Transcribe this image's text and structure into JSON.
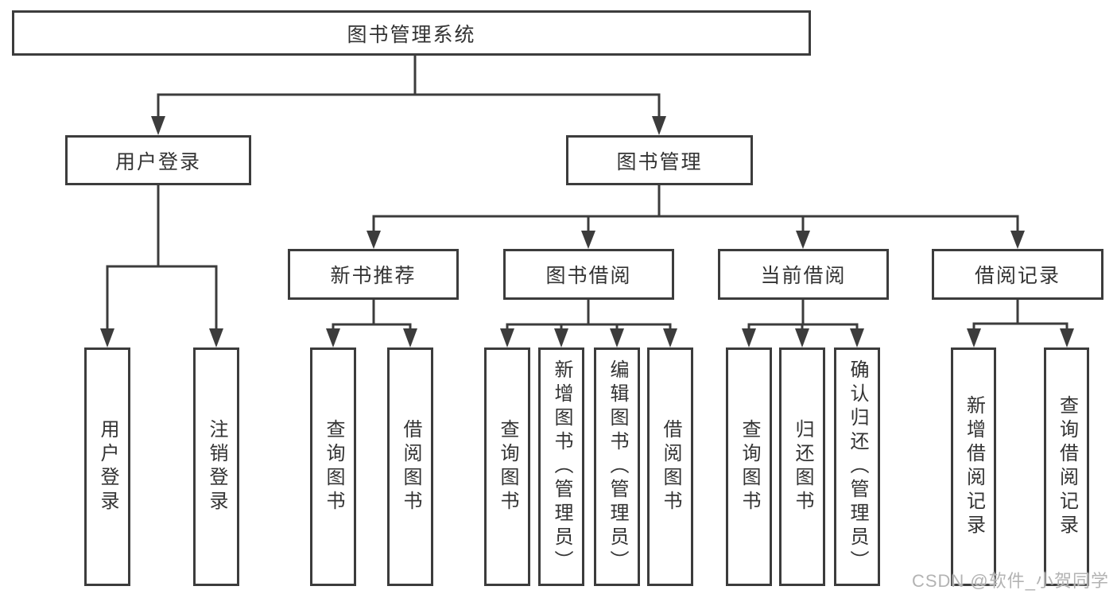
{
  "diagram": {
    "type": "tree",
    "watermark": "CSDN @软件_小贺同学",
    "colors": {
      "line": "#3c3c3c",
      "box_border": "#3c3c3c",
      "box_fill": "#ffffff",
      "text": "#333333",
      "watermark": "#b3b3b3",
      "background": "#ffffff"
    },
    "nodes": {
      "root": "图书管理系统",
      "login": "用户登录",
      "mgmt": "图书管理",
      "login_user": "用户登录",
      "login_logout": "注销登录",
      "rec": "新书推荐",
      "borrow": "图书借阅",
      "current": "当前借阅",
      "records": "借阅记录",
      "rec_query": "查询图书",
      "rec_borrow": "借阅图书",
      "borrow_query": "查询图书",
      "borrow_add": "新增图书（管理员）",
      "borrow_edit": "编辑图书（管理员）",
      "borrow_borrow": "借阅图书",
      "cur_query": "查询图书",
      "cur_return": "归还图书",
      "cur_confirm": "确认归还（管理员）",
      "records_add": "新增借阅记录",
      "records_query": "查询借阅记录"
    },
    "edges": [
      [
        "root",
        "login"
      ],
      [
        "root",
        "mgmt"
      ],
      [
        "login",
        "login_user"
      ],
      [
        "login",
        "login_logout"
      ],
      [
        "mgmt",
        "rec"
      ],
      [
        "mgmt",
        "borrow"
      ],
      [
        "mgmt",
        "current"
      ],
      [
        "mgmt",
        "records"
      ],
      [
        "rec",
        "rec_query"
      ],
      [
        "rec",
        "rec_borrow"
      ],
      [
        "borrow",
        "borrow_query"
      ],
      [
        "borrow",
        "borrow_add"
      ],
      [
        "borrow",
        "borrow_edit"
      ],
      [
        "borrow",
        "borrow_borrow"
      ],
      [
        "current",
        "cur_query"
      ],
      [
        "current",
        "cur_return"
      ],
      [
        "current",
        "cur_confirm"
      ],
      [
        "records",
        "records_add"
      ],
      [
        "records",
        "records_query"
      ]
    ]
  }
}
